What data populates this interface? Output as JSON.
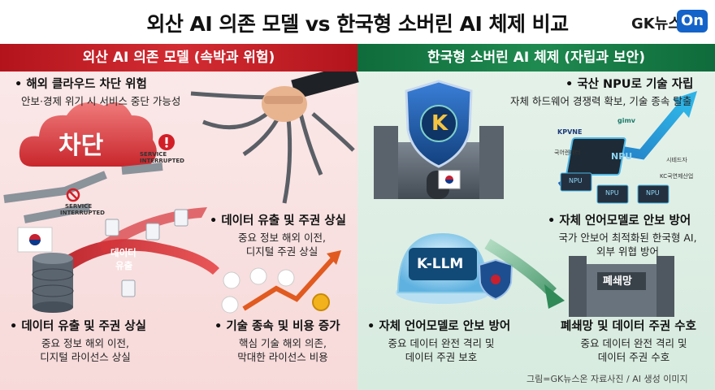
{
  "title": "외산 AI 의존 모델 vs 한국형 소버린 AI 체제 비교",
  "logo": {
    "text": "GK뉴스",
    "badge": "On"
  },
  "left": {
    "header": "외산 AI 의존 모델 (속박과 위험)",
    "block1": {
      "title": "• 해외 클라우드 차단 위험",
      "desc": "안보·경제 위기 시 서비스 중단 가능성"
    },
    "cloud_label": "차단",
    "service_label_1": "SERVICE",
    "service_label_2": "INTERRUPTED",
    "data_flow_label_1": "데이터",
    "data_flow_label_2": "유출",
    "block2": {
      "title": "• 데이터 유출 및 주권 상실",
      "desc1": "중요 정보 해외 이전,",
      "desc2": "디지털 주권 상실"
    },
    "block3": {
      "title": "• 데이터 유출 및 주권 상실",
      "desc1": "중요 정보 해외 이전,",
      "desc2": "디지털 라이선스 상실"
    },
    "block4": {
      "title": "• 기술 종속 및 비용 증가",
      "desc1": "핵심 기술 해외 의존,",
      "desc2": "막대한 라이선스 비용"
    }
  },
  "right": {
    "header": "한국형 소버린 AI 체제 (자립과 보안)",
    "shield_letter": "K",
    "block1": {
      "title": "• 국산 NPU로 기술 자립",
      "desc": "자체 하드웨어 경쟁력 확보, 기술 종속 탈출"
    },
    "chip_main": "NPU",
    "chip_small": "NPU",
    "brands": [
      "KPVNE",
      "gimv",
      "국어렌페터",
      "시테드자",
      "KC국연제산업"
    ],
    "block2": {
      "title": "• 자체 언어모델로 안보 방어",
      "desc1": "국가 안보어 최적화된 한국형 AI,",
      "desc2": "외부 위협 방어"
    },
    "llm_label": "K-LLM",
    "block3": {
      "title": "• 자체 언어모델로 안보 방어",
      "desc1": "중요 데이터 완전 격리 및",
      "desc2": "데이터 주권 보호"
    },
    "network_label": "폐쇄망",
    "block4": {
      "title": "폐쇄망 및 데이터 주권 수호",
      "desc1": "중요 데이터 완전 격리 및",
      "desc2": "데이터 주권 수호"
    }
  },
  "caption": "그림=GK뉴스온 자료사진 / AI 생성 이미지",
  "colors": {
    "red_header": "#c41f27",
    "green_header": "#16804a",
    "logo_blue": "#1463c9"
  }
}
